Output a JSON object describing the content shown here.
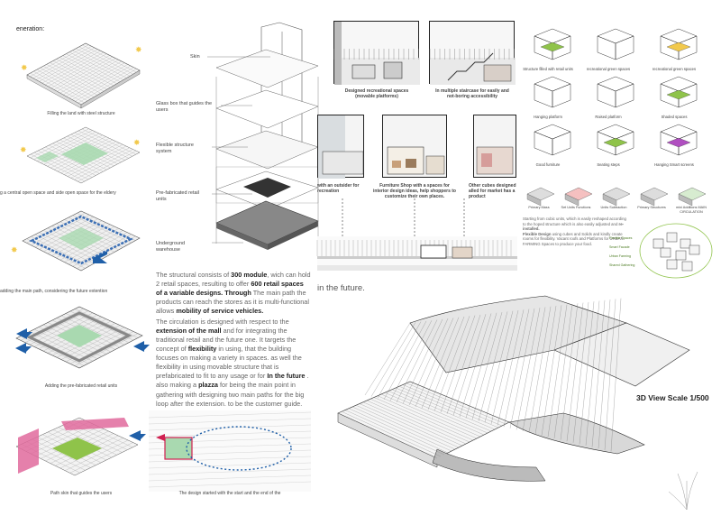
{
  "left_column": {
    "heading": "eneration:",
    "captions": [
      "Filling the land with steel structure",
      "g a central open space and side open space for the eldery",
      "adding the main path, considering the future extention",
      "Adding the pre-fabricated retail units",
      "Path skin that guides the users",
      "The design started with the start and the end of the"
    ]
  },
  "exploded_labels": [
    "Skin",
    "Glass box that guides the users",
    "Flexible structure system",
    "Pre-fabricated retail units",
    "Underground warehouse"
  ],
  "text_block": {
    "p1_a": "The structural consists of ",
    "p1_b": "300 module",
    "p1_c": ", wich can hold 2 retail spaces, resulting to offer ",
    "p1_d": "600 retail spaces of a variable designs. Through",
    "p1_e": " The main path the products can reach the stores as it is multi-functional allows ",
    "p1_f": "mobility of service vehicles.",
    "p2_a": "The circulation is designed with respect to the ",
    "p2_b": "extension of the mall",
    "p2_c": " and for integrating the traditional retail and the future one. It targets the concept of ",
    "p2_d": "flexibility",
    "p2_e": " in using, that the building focuses on making a variety in spaces. as well the flexibility in using movable structure that is prefabricated to fit to any usage or for ",
    "p2_f": "In the future",
    "p2_g": " . also making a ",
    "p2_h": "plazza",
    "p2_i": " for being the main point in gathering with designing two main paths for the big loop after the extension. to be the customer guide."
  },
  "interiors": {
    "top_captions": [
      "Designed recreational spaces (movable platforms)",
      "In multiple staircase for easily and not-boring accessibility"
    ],
    "mid_captions": [
      "with an outsider for recreation",
      "Furniture Shop with a spaces for interior design ideas, help shoppers to customize their own places.",
      "Other cubes designed alled for market has a product"
    ],
    "future_text": "in the future."
  },
  "modules": {
    "row_labels": [
      [
        "Structure filled with retail units",
        "recreational green spaces",
        "recreational green spaces"
      ],
      [
        "Hanging platform",
        "Raised platform",
        "Shaded spaces"
      ],
      [
        "Good furniture",
        "Seating steps",
        "Hanging Smart screens"
      ]
    ],
    "unit_labels": [
      "Primary Mass",
      "Set Units Functions",
      "Units Subtraction",
      "Primary Structures",
      "mini Additions MAIN CIRCULATION"
    ],
    "description_a": "Starting from cubic units, which is easily reshaped according to the hoped structure which is also easily adjusted and ",
    "description_b": "re-installed.",
    "description_c": "Flexible Design",
    "description_d": " using cubes and Solids and kindly create rooms for flexibility. Vacant roofs and Platforms for URBAN FARMING Spaces to produce your food.",
    "callouts": [
      "Flexible Spaces",
      "Smart Facade",
      "Urban Farming",
      "Shared Gathering"
    ]
  },
  "main_view": {
    "scale_label": "3D View Scale 1/500"
  },
  "colors": {
    "accent_blue": "#1f5fa8",
    "accent_pink": "#e06a9c",
    "accent_green": "#8fc34a",
    "accent_yellow": "#f2c94c",
    "accent_purple": "#b04fc0",
    "plaza_green": "#a9d9b0"
  }
}
